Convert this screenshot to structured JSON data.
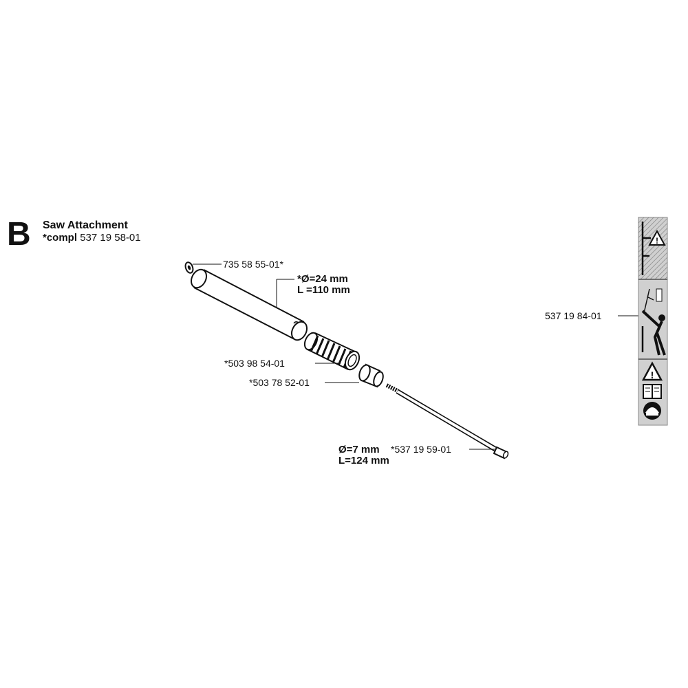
{
  "section": {
    "letter": "B",
    "title": "Saw Attachment",
    "compl_prefix": "*compl",
    "compl_number": "537 19 58-01"
  },
  "parts": {
    "washer": {
      "number": "735 58 55-01*"
    },
    "tube": {
      "dim_diameter": "*Ø=24 mm",
      "dim_length": "L =110 mm"
    },
    "filter": {
      "number": "*503 98 54-01"
    },
    "nut": {
      "number": "*503 78 52-01"
    },
    "shaft": {
      "dim_diameter": "Ø=7 mm",
      "dim_length": "L=124 mm",
      "number": "*537 19 59-01"
    },
    "decal": {
      "number": "537 19 84-01"
    }
  },
  "icons": [
    "warning-triangle-icon",
    "operator-manual-book-icon",
    "protective-helmet-icon",
    "chainsaw-operator-icon"
  ],
  "colors": {
    "ink": "#111111",
    "decal_background": "#d0d0d0"
  }
}
